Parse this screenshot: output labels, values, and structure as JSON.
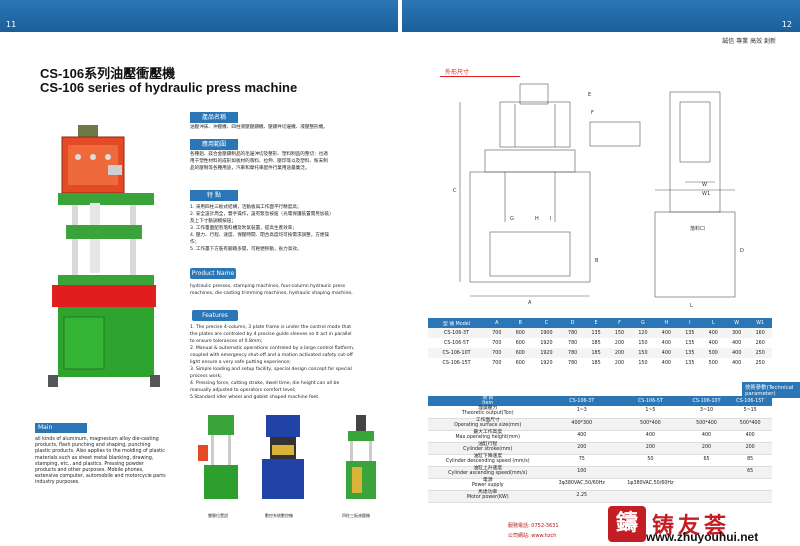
{
  "header": {
    "page_left": "11",
    "page_right": "12",
    "slogan": "誠信 專業 高效 創新"
  },
  "title": {
    "cn": "CS-106系列油壓衝壓機",
    "en": "CS-106 series of hydraulic press machine"
  },
  "sections": {
    "product_name_cn_head": "產品名稱",
    "product_name_cn": "油壓沖床、沖壓機、四柱液壓壓鑄機、壓鑄件切邊機、液壓整形機。",
    "usage_head": "應用範圍",
    "usage_cn": [
      "各種鋁、鎂合金壓鑄制品的毛邊沖切及整形、塑料制品的整切：也適",
      "用于塑性材料的成形如板材的落料、拉伸、壓印等以及塑料、粉末制",
      "品的壓制等各種用途，汽車和摩托車配件行業用途最廣泛。"
    ],
    "features_head": "特    點",
    "features_cn": [
      "1. 采用四柱三板式結構，活動板與工作面平行精度高；",
      "2. 安全設計周全，雙手操作，設有緊急按鈕（光電保護裝置需另加裝）",
      "    及上下寸動調模按鈕；",
      "3. 工作臺面配有落料槽及吹氣裝置，提高生產效率；",
      "4. 壓力、行程、速度、保壓時間、閉合高度均可按需求調整，方便操",
      "    作；",
      "5. 工作臺下方裝有腳踏多開，可輕便移動，省力高效。"
    ],
    "product_name_en_head": "Product Name",
    "product_name_en": [
      "hydraulic presses, stamping machines, four-column hydraulic press",
      "machines, die casting trimming machines, hydraulic shaping machine,"
    ],
    "features_en_head": "Features",
    "features_en": [
      "1. The precise 4-column, 3 plate frame is under the control mode that",
      "    the plates are controled by 4 precise guide sleeves so it act in parallel",
      "    to ensure tolerances of 0.8mm;",
      "2. Manual & automatic operations controled by a large control flatform,",
      "    coupled with emergency shut-off and a motion activated  safety cut-off",
      "    light ensure a very safe putting experience;",
      "3. Simple loading and setup facility, special design concept for special",
      "    process work;",
      "4. Pressing force, cutting stroke, dwell time, die height can all be",
      "    manually adjusted  to operators comfort level;",
      "5.Standard idler wheel and goblet shaped machine feet."
    ],
    "main_app_head": "Main application",
    "main_app": [
      "all kinds of aluminum, magnesium alloy die-casting",
      "products, flash punching and shaping, punching",
      "plastic products. Also applies to the molding of plastic",
      "materials such as sheet metal blanking, drawing,",
      "stamping, etc., and plastics. Pressing powder",
      "products and other purposes. Mobile phones,",
      "extensive computer, automobile and motorcycle parts",
      "industry purposes."
    ]
  },
  "photos": {
    "captions": [
      "雙腳位置說",
      "數控系統數控機",
      "四柱三板液壓機"
    ]
  },
  "diagram": {
    "heading": "外形尺寸",
    "labels": [
      "A",
      "B",
      "C",
      "D",
      "E",
      "F",
      "G",
      "H",
      "I",
      "L",
      "W",
      "W1",
      "落料口"
    ]
  },
  "model_table": {
    "headers": [
      "型 號 Model",
      "A",
      "B",
      "C",
      "D",
      "E",
      "F",
      "G",
      "H",
      "I",
      "L",
      "W",
      "W1"
    ],
    "rows": [
      [
        "CS-106-3T",
        "700",
        "600",
        "1900",
        "780",
        "135",
        "150",
        "120",
        "400",
        "135",
        "400",
        "300",
        "160"
      ],
      [
        "CS-106-5T",
        "700",
        "600",
        "1920",
        "780",
        "185",
        "200",
        "150",
        "400",
        "135",
        "400",
        "400",
        "260"
      ],
      [
        "CS-106-10T",
        "700",
        "600",
        "1920",
        "780",
        "185",
        "200",
        "150",
        "400",
        "135",
        "500",
        "400",
        "250"
      ],
      [
        "CS-106-15T",
        "700",
        "600",
        "1920",
        "780",
        "185",
        "200",
        "150",
        "400",
        "135",
        "500",
        "400",
        "250"
      ]
    ]
  },
  "param_table": {
    "title": "技術參數(Technical parameter)",
    "headers": [
      "項 目\nItem",
      "CS-106-3T",
      "CS-106-5T",
      "CS-106-10T",
      "CS-106-15T"
    ],
    "rows": [
      [
        "理論壓力\nTheoretic output(Ton)",
        "1~3",
        "1~5",
        "3~10",
        "5~15"
      ],
      [
        "工作面尺寸\nOperating surface size(mm)",
        "400*300",
        "500*400",
        "500*400",
        "500*400"
      ],
      [
        "最大工作高度\nMax.operating height(mm)",
        "400",
        "400",
        "400",
        "400"
      ],
      [
        "油缸行程\nCylinder stroke(mm)",
        "200",
        "200",
        "200",
        "200"
      ],
      [
        "油缸下降速度\nCylinder descending speed (mm/s)",
        "75",
        "50",
        "65",
        "85"
      ],
      [
        "油缸上升速度\nCylinder ascending speed(mm/s)",
        "100",
        "",
        "",
        "65"
      ],
      [
        "電源\nPower supply",
        "3φ380VAC,50/60Hz",
        "1φ380VAC,50/60Hz",
        "",
        ""
      ],
      [
        "馬達功率\nMotor power(KW)",
        "2.25",
        "",
        "",
        ""
      ]
    ]
  },
  "footer": {
    "phone": "服務電話: 0752-3631",
    "site": "公司網站: www.hzch"
  },
  "watermark": {
    "seal": "鑄",
    "cn": "铸友荟",
    "url": "www.zhuyouhui.net"
  },
  "colors": {
    "brand_blue": "#2a76b6",
    "accent_red": "#c51d24"
  }
}
